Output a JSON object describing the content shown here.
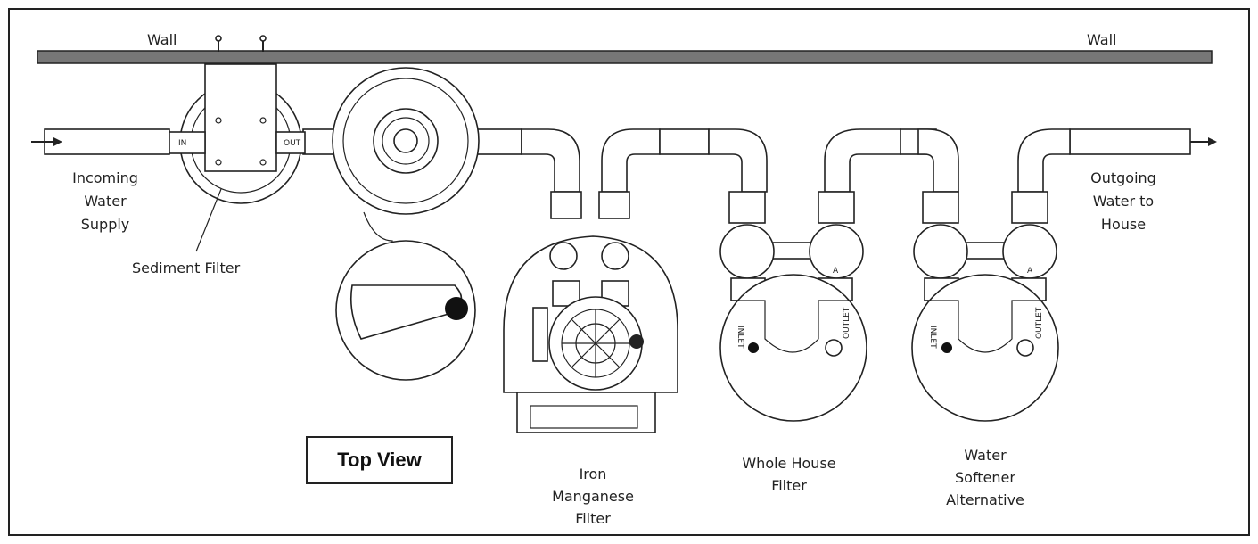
{
  "labels": {
    "wall_left": "Wall",
    "wall_right": "Wall",
    "incoming": [
      "Incoming",
      "Water",
      "Supply"
    ],
    "sediment": "Sediment Filter",
    "iron": [
      "Iron",
      "Manganese",
      "Filter"
    ],
    "whole_house": [
      "Whole House",
      "Filter"
    ],
    "softener": [
      "Water",
      "Softener",
      "Alternative"
    ],
    "outgoing": [
      "Outgoing",
      "Water to",
      "House"
    ],
    "view_title": "Top View"
  },
  "fitting_marks": {
    "in": "IN",
    "out": "OUT",
    "inlet": "INLET",
    "outlet": "OUTLET",
    "valve_a": "A"
  }
}
